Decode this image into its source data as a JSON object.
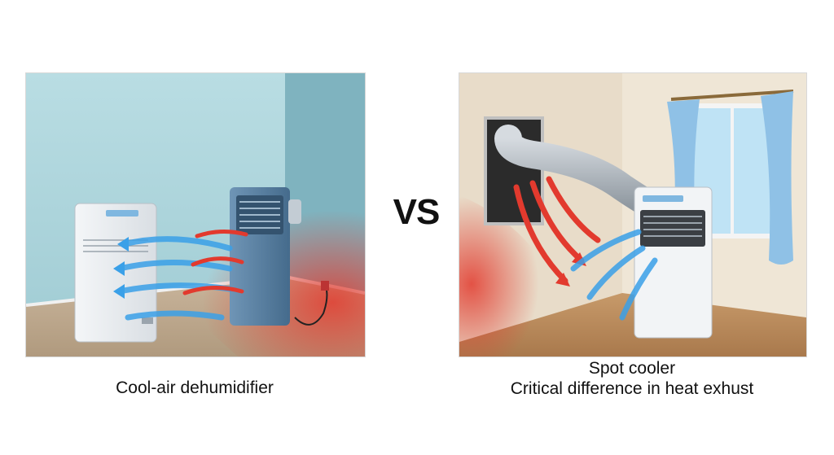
{
  "vs_label": "VS",
  "left": {
    "caption": "Cool-air dehumidifier"
  },
  "right": {
    "caption_line1": "Spot cooler",
    "caption_line2": "Critical difference in heat exhust"
  },
  "colors": {
    "cool_air": "#3aa0e8",
    "hot_air": "#e23a2e",
    "left_wall": "#a9d3db",
    "right_wall": "#e8dcc9"
  }
}
